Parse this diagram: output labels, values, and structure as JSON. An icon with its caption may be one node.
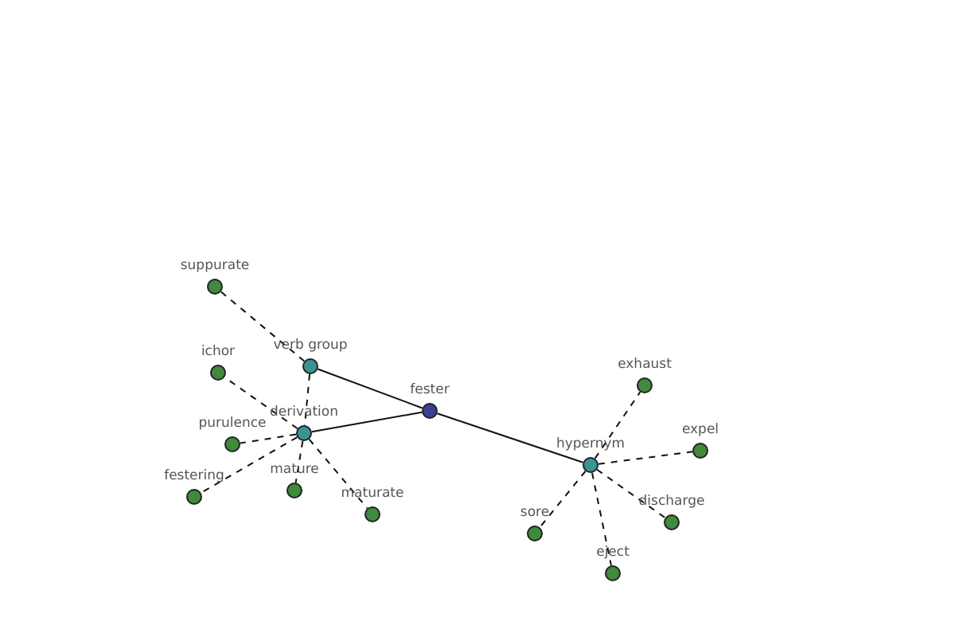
{
  "diagram": {
    "nodes": [
      {
        "text": [],
        "shape": "circle",
        "beside": [
          "suppurate"
        ]
      },
      {
        "text": [],
        "shape": "circle",
        "beside": [
          "verb group"
        ]
      },
      {
        "text": [],
        "shape": "circle",
        "beside": [
          "ichor"
        ]
      },
      {
        "text": [],
        "shape": "circle",
        "beside": [
          "fester"
        ]
      },
      {
        "text": [],
        "shape": "circle",
        "beside": [
          "purulence"
        ]
      },
      {
        "text": [],
        "shape": "circle",
        "beside": [
          "derivation"
        ]
      },
      {
        "text": [],
        "shape": "circle",
        "beside": [
          "festering"
        ]
      },
      {
        "text": [],
        "shape": "circle",
        "beside": [
          "mature"
        ]
      },
      {
        "text": [],
        "shape": "circle",
        "beside": [
          "maturate"
        ]
      },
      {
        "text": [],
        "shape": "circle",
        "beside": [
          "exhaust"
        ]
      },
      {
        "text": [],
        "shape": "circle",
        "beside": [
          "expel"
        ]
      },
      {
        "text": [],
        "shape": "circle",
        "beside": [
          "hypernym"
        ]
      },
      {
        "text": [],
        "shape": "circle",
        "beside": [
          "discharge"
        ]
      },
      {
        "text": [],
        "shape": "circle",
        "beside": [
          "sore"
        ]
      },
      {
        "text": [],
        "shape": "circle",
        "beside": [
          "eject"
        ]
      }
    ],
    "edges": [
      {
        "from": 3,
        "to": 1,
        "arrow": "none"
      },
      {
        "from": 3,
        "to": 5,
        "arrow": "none"
      },
      {
        "from": 3,
        "to": 11,
        "arrow": "none"
      },
      {
        "from": 1,
        "to": 0,
        "arrow": "none",
        "style": "dashed"
      },
      {
        "from": 1,
        "to": 5,
        "arrow": "none",
        "style": "dashed"
      },
      {
        "from": 5,
        "to": 2,
        "arrow": "none",
        "style": "dashed"
      },
      {
        "from": 5,
        "to": 4,
        "arrow": "none",
        "style": "dashed"
      },
      {
        "from": 5,
        "to": 6,
        "arrow": "none",
        "style": "dashed"
      },
      {
        "from": 5,
        "to": 7,
        "arrow": "none",
        "style": "dashed"
      },
      {
        "from": 5,
        "to": 8,
        "arrow": "none",
        "style": "dashed"
      },
      {
        "from": 11,
        "to": 9,
        "arrow": "none",
        "style": "dashed"
      },
      {
        "from": 11,
        "to": 10,
        "arrow": "none",
        "style": "dashed"
      },
      {
        "from": 11,
        "to": 12,
        "arrow": "none",
        "style": "dashed"
      },
      {
        "from": 11,
        "to": 13,
        "arrow": "none",
        "style": "dashed"
      },
      {
        "from": 11,
        "to": 14,
        "arrow": "none",
        "style": "dashed"
      }
    ]
  }
}
